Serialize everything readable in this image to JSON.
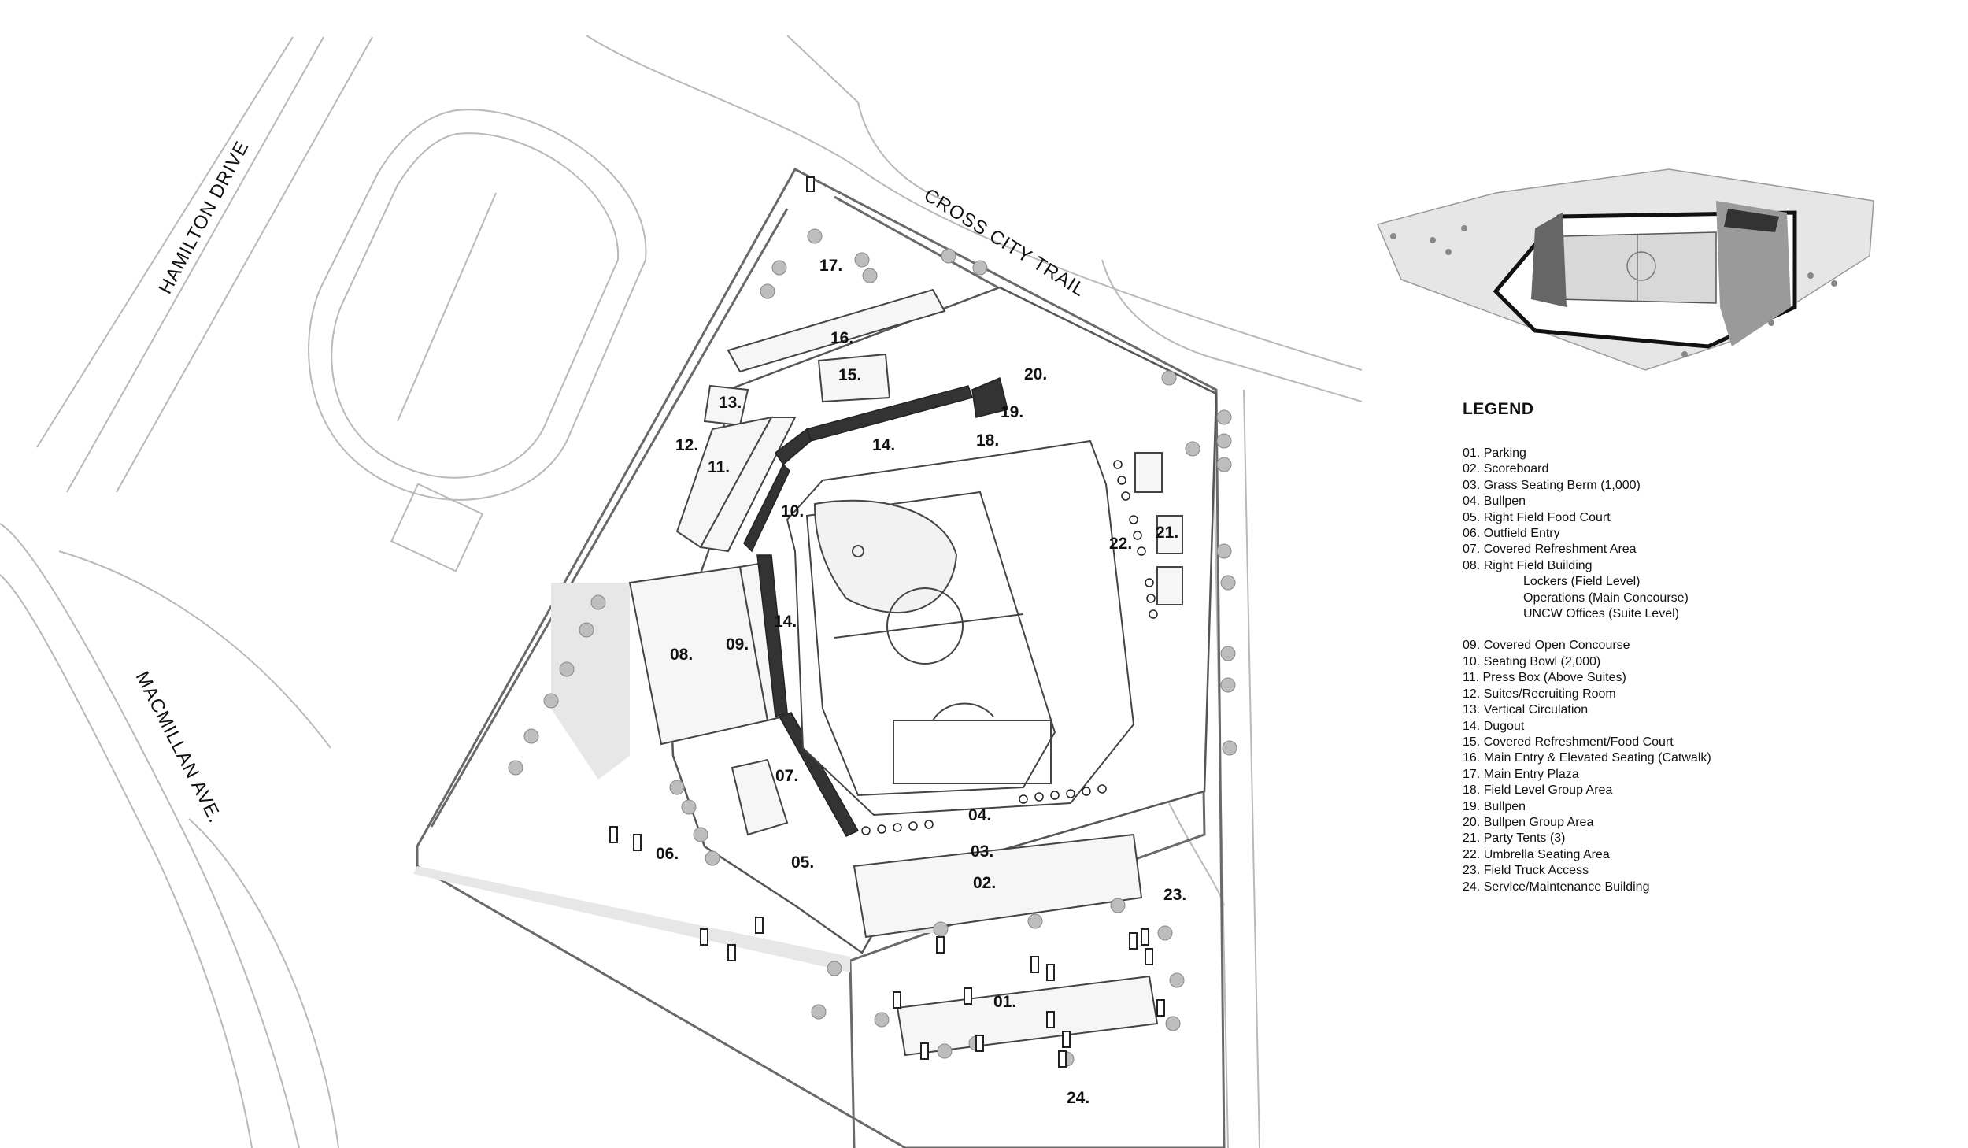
{
  "roads": {
    "hamilton": "HAMILTON DRIVE",
    "cross_city": "CROSS CITY TRAIL",
    "macmillan": "MACMILLAN AVE."
  },
  "areas": [
    {
      "id": "a01",
      "label": "01."
    },
    {
      "id": "a02",
      "label": "02."
    },
    {
      "id": "a03",
      "label": "03."
    },
    {
      "id": "a04",
      "label": "04."
    },
    {
      "id": "a05",
      "label": "05."
    },
    {
      "id": "a06",
      "label": "06."
    },
    {
      "id": "a07",
      "label": "07."
    },
    {
      "id": "a08",
      "label": "08."
    },
    {
      "id": "a09",
      "label": "09."
    },
    {
      "id": "a10",
      "label": "10."
    },
    {
      "id": "a11",
      "label": "11."
    },
    {
      "id": "a12",
      "label": "12."
    },
    {
      "id": "a13",
      "label": "13."
    },
    {
      "id": "a14a",
      "label": "14."
    },
    {
      "id": "a14b",
      "label": "14."
    },
    {
      "id": "a15",
      "label": "15."
    },
    {
      "id": "a16",
      "label": "16."
    },
    {
      "id": "a17",
      "label": "17."
    },
    {
      "id": "a18",
      "label": "18."
    },
    {
      "id": "a19",
      "label": "19."
    },
    {
      "id": "a20",
      "label": "20."
    },
    {
      "id": "a21",
      "label": "21."
    },
    {
      "id": "a22",
      "label": "22."
    },
    {
      "id": "a23",
      "label": "23."
    },
    {
      "id": "a24",
      "label": "24."
    }
  ],
  "legend": {
    "title": "LEGEND",
    "items": [
      {
        "text": "01. Parking"
      },
      {
        "text": "02. Scoreboard"
      },
      {
        "text": "03. Grass Seating Berm (1,000)"
      },
      {
        "text": "04. Bullpen"
      },
      {
        "text": "05. Right Field Food Court"
      },
      {
        "text": "06. Outfield Entry"
      },
      {
        "text": "07. Covered Refreshment Area"
      },
      {
        "text": "08. Right Field Building"
      },
      {
        "text": "Lockers (Field Level)",
        "sub": true
      },
      {
        "text": "Operations (Main Concourse)",
        "sub": true
      },
      {
        "text": "UNCW Offices (Suite Level)",
        "sub": true
      },
      {
        "text": "09. Covered Open Concourse",
        "gap": true
      },
      {
        "text": "10. Seating Bowl (2,000)"
      },
      {
        "text": "11. Press Box (Above Suites)"
      },
      {
        "text": "12. Suites/Recruiting Room"
      },
      {
        "text": "13. Vertical Circulation"
      },
      {
        "text": "14. Dugout"
      },
      {
        "text": "15. Covered Refreshment/Food Court"
      },
      {
        "text": "16. Main Entry & Elevated Seating (Catwalk)"
      },
      {
        "text": "17. Main Entry Plaza"
      },
      {
        "text": "18. Field Level Group Area"
      },
      {
        "text": "19. Bullpen"
      },
      {
        "text": "20. Bullpen Group Area"
      },
      {
        "text": "21. Party Tents (3)"
      },
      {
        "text": "22. Umbrella Seating Area"
      },
      {
        "text": "23. Field Truck Access"
      },
      {
        "text": "24. Service/Maintenance Building"
      }
    ]
  }
}
